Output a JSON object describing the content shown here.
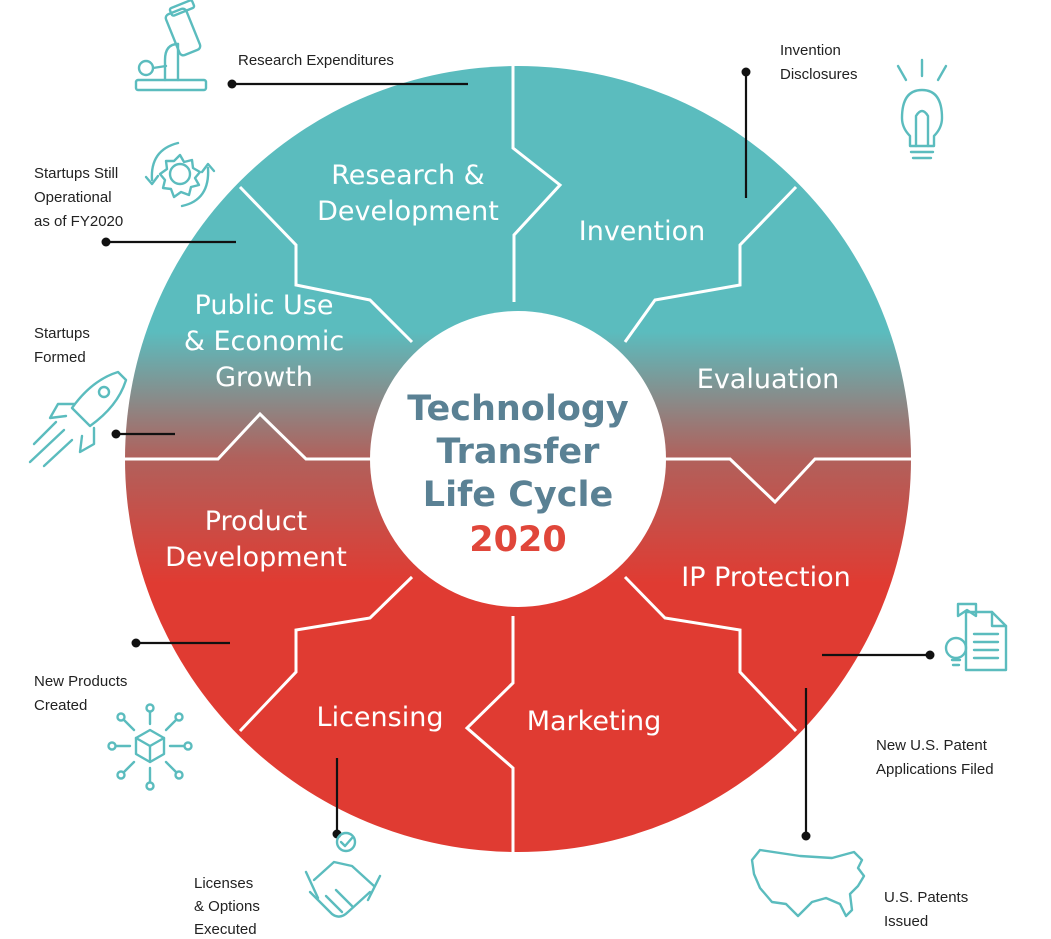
{
  "diagram": {
    "center": {
      "title_lines": [
        "Technology",
        "Transfer",
        "Life Cycle"
      ],
      "year": "2020"
    },
    "colors": {
      "teal": "#5bbcbe",
      "red": "#e03b32",
      "title": "#5a8194",
      "year": "#e0463a"
    },
    "segments": [
      {
        "id": "research",
        "lines": [
          "Research &",
          "Development"
        ]
      },
      {
        "id": "invention",
        "lines": [
          "Invention"
        ]
      },
      {
        "id": "evaluation",
        "lines": [
          "Evaluation"
        ]
      },
      {
        "id": "ip",
        "lines": [
          "IP Protection"
        ]
      },
      {
        "id": "marketing",
        "lines": [
          "Marketing"
        ]
      },
      {
        "id": "licensing",
        "lines": [
          "Licensing"
        ]
      },
      {
        "id": "product",
        "lines": [
          "Product",
          "Development"
        ]
      },
      {
        "id": "public",
        "lines": [
          "Public Use",
          "& Economic",
          "Growth"
        ]
      }
    ],
    "callouts": [
      {
        "id": "research-expenditures",
        "icon": "microscope-icon",
        "lines": [
          "Research Expenditures"
        ]
      },
      {
        "id": "invention-disclosures",
        "icon": "lightbulb-icon",
        "lines": [
          "Invention",
          "Disclosures"
        ]
      },
      {
        "id": "startups-operational",
        "icon": "gear-cycle-icon",
        "lines": [
          "Startups Still",
          "Operational",
          "as of FY2020"
        ]
      },
      {
        "id": "startups-formed",
        "icon": "rocket-icon",
        "lines": [
          "Startups",
          "Formed"
        ]
      },
      {
        "id": "patent-applications",
        "icon": "patent-document-icon",
        "lines": [
          "New U.S. Patent",
          "Applications Filed"
        ]
      },
      {
        "id": "new-products",
        "icon": "product-network-icon",
        "lines": [
          "New Products",
          "Created"
        ]
      },
      {
        "id": "licenses",
        "icon": "handshake-icon",
        "lines": [
          "Licenses",
          "& Options",
          "Executed"
        ]
      },
      {
        "id": "patents-issued",
        "icon": "usa-map-icon",
        "lines": [
          "U.S. Patents",
          "Issued"
        ]
      }
    ]
  }
}
